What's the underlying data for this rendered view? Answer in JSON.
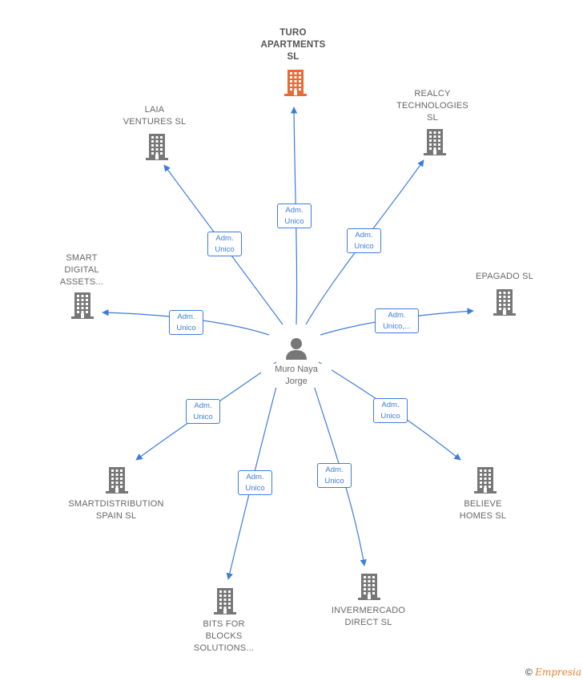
{
  "center": {
    "name": "Muro Naya\nJorge"
  },
  "companies": [
    {
      "id": "turo",
      "name": "TURO\nAPARTMENTS\nSL",
      "highlight": true,
      "role": "Adm.\nUnico"
    },
    {
      "id": "laia",
      "name": "LAIA\nVENTURES  SL",
      "highlight": false,
      "role": "Adm.\nUnico"
    },
    {
      "id": "realcy",
      "name": "REALCY\nTECHNOLOGIES\nSL",
      "highlight": false,
      "role": "Adm.\nUnico"
    },
    {
      "id": "smartdigital",
      "name": "SMART\nDIGITAL\nASSETS...",
      "highlight": false,
      "role": "Adm.\nUnico"
    },
    {
      "id": "epagado",
      "name": "EPAGADO SL",
      "highlight": false,
      "role": "Adm.\nUnico,..."
    },
    {
      "id": "smartdistribution",
      "name": "SMARTDISTRIBUTION\nSPAIN  SL",
      "highlight": false,
      "role": "Adm.\nUnico"
    },
    {
      "id": "believe",
      "name": "BELIEVE\nHOMES  SL",
      "highlight": false,
      "role": "Adm.\nUnico"
    },
    {
      "id": "bitsfor",
      "name": "BITS FOR\nBLOCKS\nSOLUTIONS...",
      "highlight": false,
      "role": "Adm.\nUnico"
    },
    {
      "id": "invermercado",
      "name": "INVERMERCADO\nDIRECT  SL",
      "highlight": false,
      "role": "Adm.\nUnico"
    }
  ],
  "footer": {
    "copyright": "©",
    "brand": "Empresia"
  },
  "colors": {
    "edge": "#3c7dd8",
    "building": "#777777",
    "highlight": "#ea6a35",
    "person": "#777777"
  }
}
